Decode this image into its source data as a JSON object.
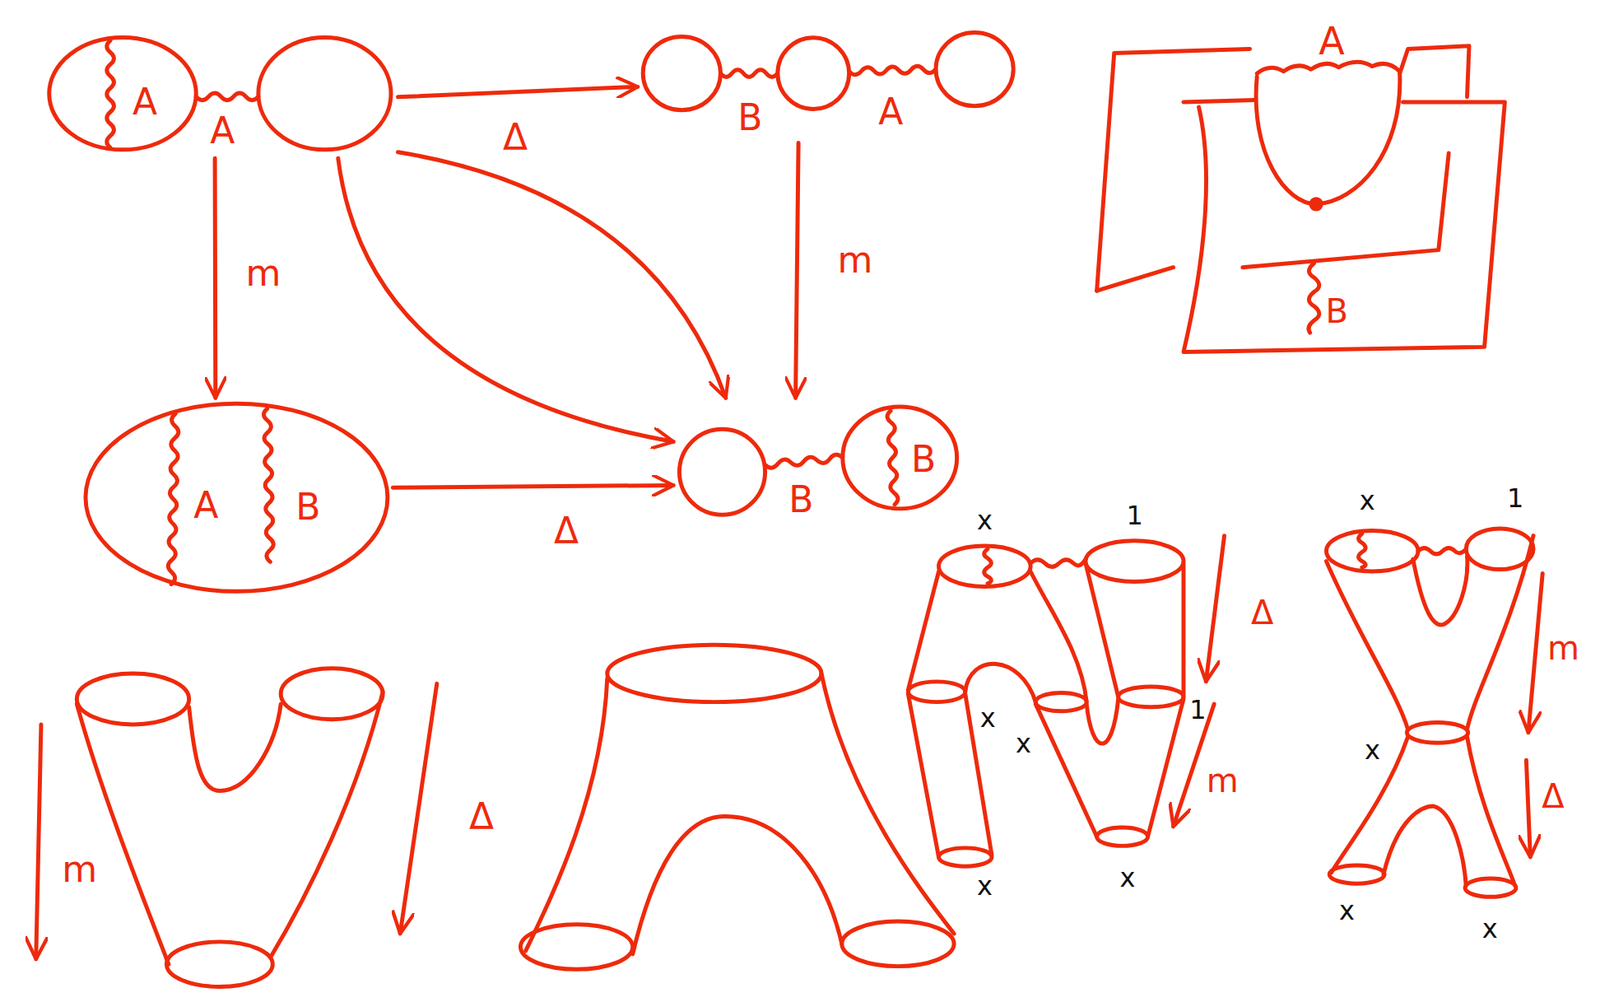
{
  "diagram": {
    "nodes": [
      {
        "text": [
          "A",
          "A"
        ]
      },
      {
        "text": [
          "B",
          "A"
        ]
      },
      {
        "text": [
          "A",
          "B"
        ]
      },
      {
        "text": [
          "B",
          "B"
        ]
      }
    ],
    "edges": [
      {
        "from": 0,
        "to": 1,
        "label": "Δ",
        "arrow": "to"
      },
      {
        "from": 0,
        "to": 2,
        "label": "m",
        "arrow": "to"
      },
      {
        "from": 1,
        "to": 3,
        "label": "m",
        "arrow": "to"
      },
      {
        "from": 2,
        "to": 3,
        "label": "Δ",
        "arrow": "to"
      },
      {
        "from": 0,
        "to": 3,
        "arrow": "to"
      },
      {
        "from": 0,
        "to": 3,
        "arrow": "to"
      }
    ],
    "labels": [
      "A",
      "B",
      "m",
      "Δ",
      "x",
      "1",
      "Δ",
      "x",
      "x",
      "1",
      "m",
      "x",
      "x",
      "x",
      "1",
      "m",
      "x",
      "Δ",
      "x",
      "x"
    ]
  }
}
